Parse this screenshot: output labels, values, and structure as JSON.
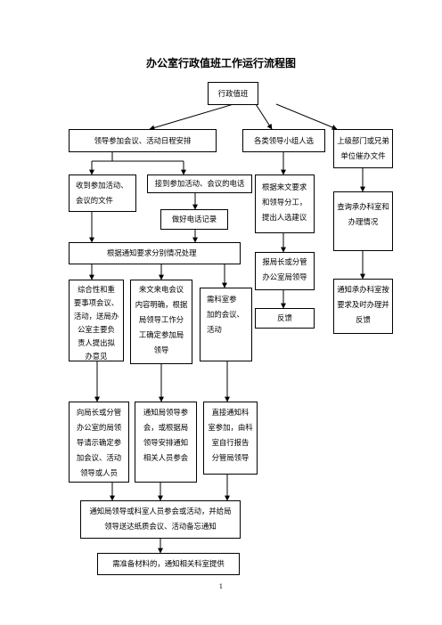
{
  "title": "办公室行政值班工作运行流程图",
  "page_number": "1",
  "nodes": {
    "root": "行政值班",
    "meeting_schedule": "领导参加会议、活动日程安排",
    "leader_group": "各类领导小组人选",
    "superior_urge": "上级部门或兄弟\n单位催办文件",
    "received_docs": "收到参加活动、\n会议的文件",
    "received_call": "接到参加活动、会议的电话",
    "phone_record": "做好电话记录",
    "per_notice": "根据通知要求分别情况处理",
    "per_doc_assign": "根据来文要求\n和领导分工，\n提出人选建议",
    "query_office": "查询承办科室和\n办理情况",
    "report_director": "报局长或分管\n办公室局领导",
    "notify_office": "通知承办科室按\n要求及时办理并\n反馈",
    "feedback": "反馈",
    "comprehensive": "综合性和重\n要事项会议、\n活动，送局办\n公室主要负\n责人提出拟\n办意见",
    "clear_content": "来文来电会议\n内容明确，根据\n局领导工作分\n工确定参加局\n领导",
    "section_needed": "需科室参\n加的会议、\n活动",
    "request_director": "向局长或分管\n办公室的局领\n导请示确定参\n加会议、活动\n领导或人员",
    "notify_leader": "通知局领导参\n会，或根据局\n领导安排通知\n相关人员参会",
    "direct_notify": "直接通知科\n室参加，由科\n室自行报告\n分管局领导",
    "notify_attend": "通知局领导或科室人员参会或活动，并给局\n领导送达纸质会议、活动备忘通知",
    "materials": "需准备材料的，通知相关科室提供"
  }
}
